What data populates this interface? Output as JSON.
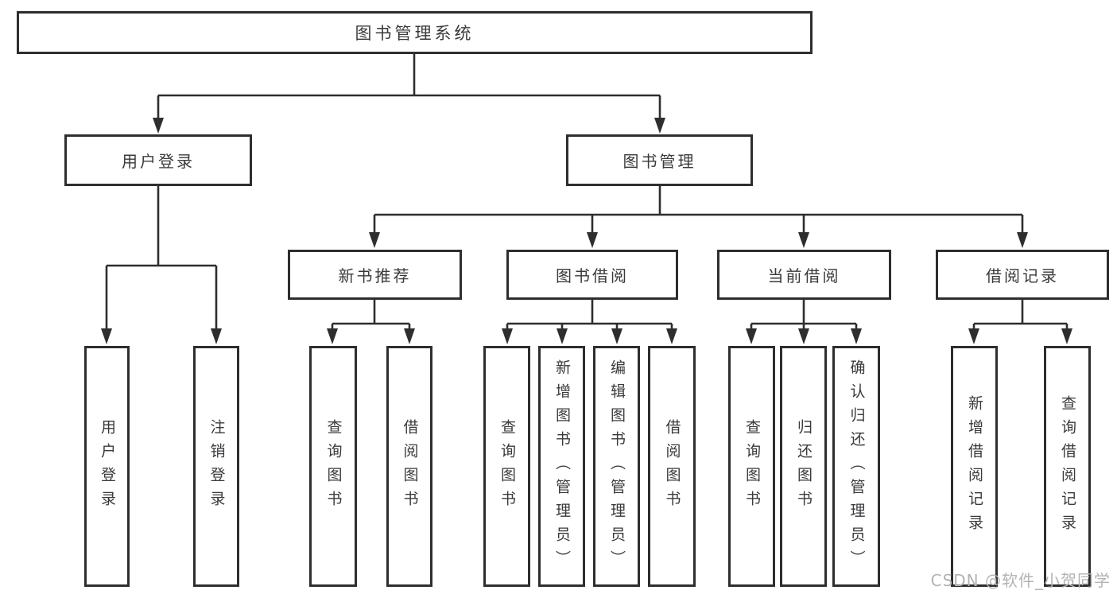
{
  "diagram": {
    "root": {
      "label": "图书管理系统"
    },
    "level2": [
      {
        "label": "用户登录"
      },
      {
        "label": "图书管理"
      }
    ],
    "level3": [
      {
        "label": "新书推荐"
      },
      {
        "label": "图书借阅"
      },
      {
        "label": "当前借阅"
      },
      {
        "label": "借阅记录"
      }
    ],
    "leaves": [
      {
        "label": "用户登录"
      },
      {
        "label": "注销登录"
      },
      {
        "label": "查询图书"
      },
      {
        "label": "借阅图书"
      },
      {
        "label": "查询图书"
      },
      {
        "label": "新增图书（管理员）"
      },
      {
        "label": "编辑图书（管理员）"
      },
      {
        "label": "借阅图书"
      },
      {
        "label": "查询图书"
      },
      {
        "label": "归还图书"
      },
      {
        "label": "确认归还（管理员）"
      },
      {
        "label": "新增借阅记录"
      },
      {
        "label": "查询借阅记录"
      }
    ]
  },
  "watermark": {
    "text": "CSDN @软件_小贺同学"
  },
  "colors": {
    "line": "#2e2e2e",
    "text": "#3a3a3c",
    "background": "#ffffff",
    "watermark": "#b3b3b3"
  }
}
